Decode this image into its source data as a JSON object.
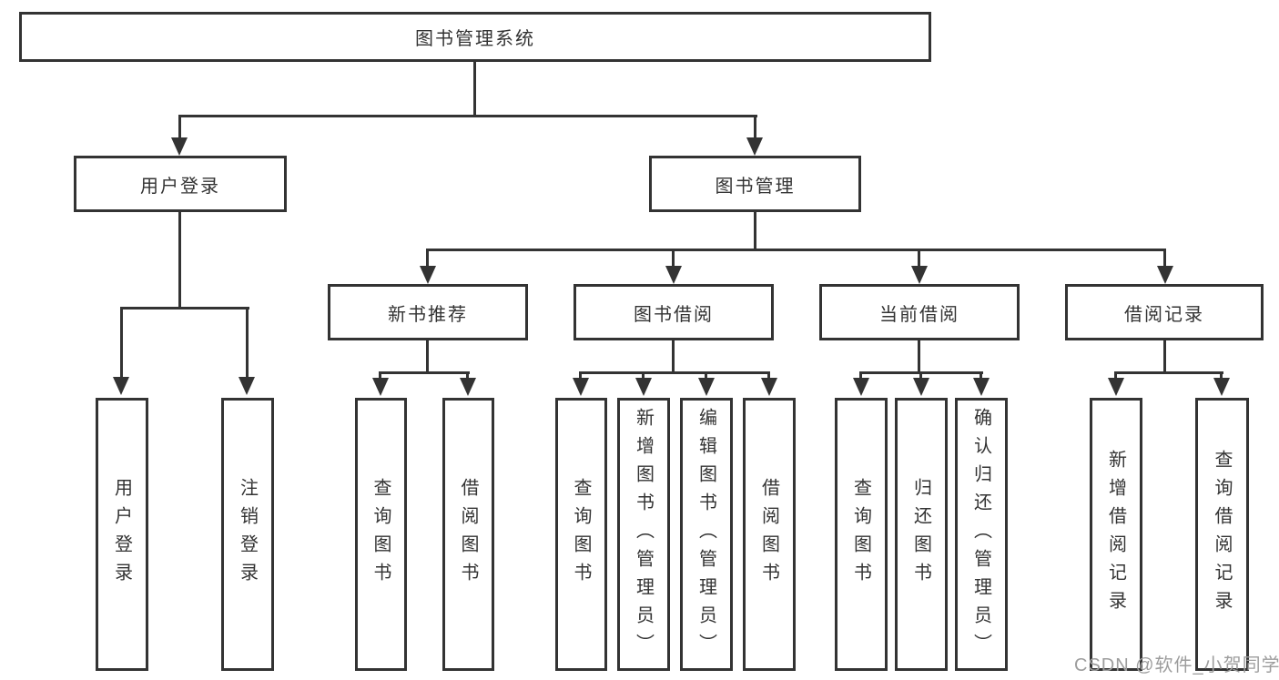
{
  "tree": {
    "root": "图书管理系统",
    "branches": [
      {
        "label": "用户登录",
        "leaves": [
          "用户登录",
          "注销登录"
        ]
      },
      {
        "label": "图书管理",
        "groups": [
          {
            "label": "新书推荐",
            "leaves": [
              "查询图书",
              "借阅图书"
            ]
          },
          {
            "label": "图书借阅",
            "leaves": [
              "查询图书",
              "新增图书（管理员）",
              "编辑图书（管理员）",
              "借阅图书"
            ]
          },
          {
            "label": "当前借阅",
            "leaves": [
              "查询图书",
              "归还图书",
              "确认归还（管理员）"
            ]
          },
          {
            "label": "借阅记录",
            "leaves": [
              "新增借阅记录",
              "查询借阅记录"
            ]
          }
        ]
      }
    ]
  },
  "watermark": "CSDN @软件_小贺同学",
  "colors": {
    "line": "#333333",
    "text": "#333333",
    "background": "#ffffff",
    "watermark": "#9d9d9d"
  }
}
